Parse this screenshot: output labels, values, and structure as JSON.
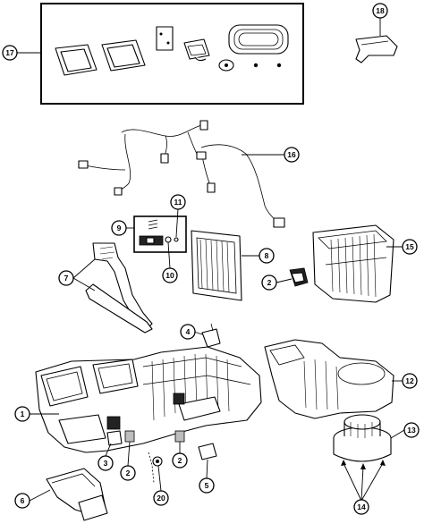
{
  "callouts": {
    "c1": "1",
    "c2a": "2",
    "c2b": "2",
    "c2c": "2",
    "c3": "3",
    "c4": "4",
    "c5": "5",
    "c6": "6",
    "c7": "7",
    "c8": "8",
    "c9": "9",
    "c10": "10",
    "c11": "11",
    "c12": "12",
    "c13": "13",
    "c14": "14",
    "c15": "15",
    "c16": "16",
    "c17": "17",
    "c18": "18",
    "c20": "20"
  },
  "parts": {
    "seal-kit": "seal-kit",
    "bracket": "bracket",
    "wiring-harness": "wiring-harness",
    "wiring-harness-small": "wiring-harness-small",
    "sensor-kit": "sensor-kit",
    "duct-tubes": "duct-tubes",
    "evaporator-core": "evaporator-core",
    "heater-core-housing": "heater-core-housing",
    "actuator": "actuator",
    "main-hvac-housing": "main-hvac-housing",
    "blower-housing": "blower-housing",
    "blower-motor": "blower-motor",
    "outlet-duct": "outlet-duct"
  }
}
